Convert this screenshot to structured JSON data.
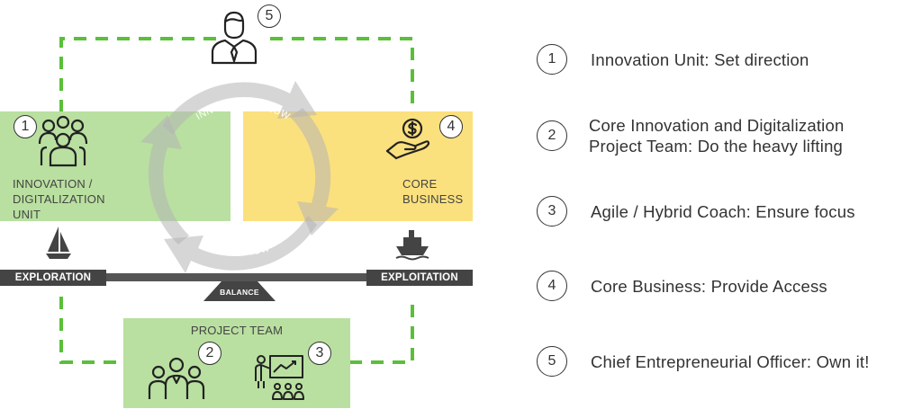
{
  "diagram": {
    "innovation_box": {
      "number": "1",
      "label_lines": [
        "INNOVATION /",
        "DIGITALIZATION",
        "UNIT"
      ]
    },
    "core_box": {
      "number": "4",
      "label_lines": [
        "CORE",
        "BUSINESS"
      ]
    },
    "project_box": {
      "title": "PROJECT TEAM",
      "team_number": "2",
      "coach_number": "3"
    },
    "officer_number": "5",
    "cycle": {
      "top_label": "INNOVATION FLOW",
      "bottom_label": "IDEA FLOW"
    },
    "scale": {
      "left_label": "EXPLORATION",
      "right_label": "EXPLOITATION",
      "fulcrum_label": "BALANCE"
    },
    "colors": {
      "green_box": "#b9e0a0",
      "yellow_box": "#fbe07e",
      "dashed_line": "#5bbf3a",
      "dark": "#444444"
    }
  },
  "legend": [
    {
      "number": "1",
      "lines": [
        "Innovation Unit: Set direction"
      ]
    },
    {
      "number": "2",
      "lines": [
        "Core Innovation and Digitalization",
        "Project Team: Do the heavy lifting"
      ]
    },
    {
      "number": "3",
      "lines": [
        "Agile / Hybrid Coach: Ensure focus"
      ]
    },
    {
      "number": "4",
      "lines": [
        "Core Business: Provide Access"
      ]
    },
    {
      "number": "5",
      "lines": [
        "Chief Entrepreneurial Officer: Own it!"
      ]
    }
  ]
}
